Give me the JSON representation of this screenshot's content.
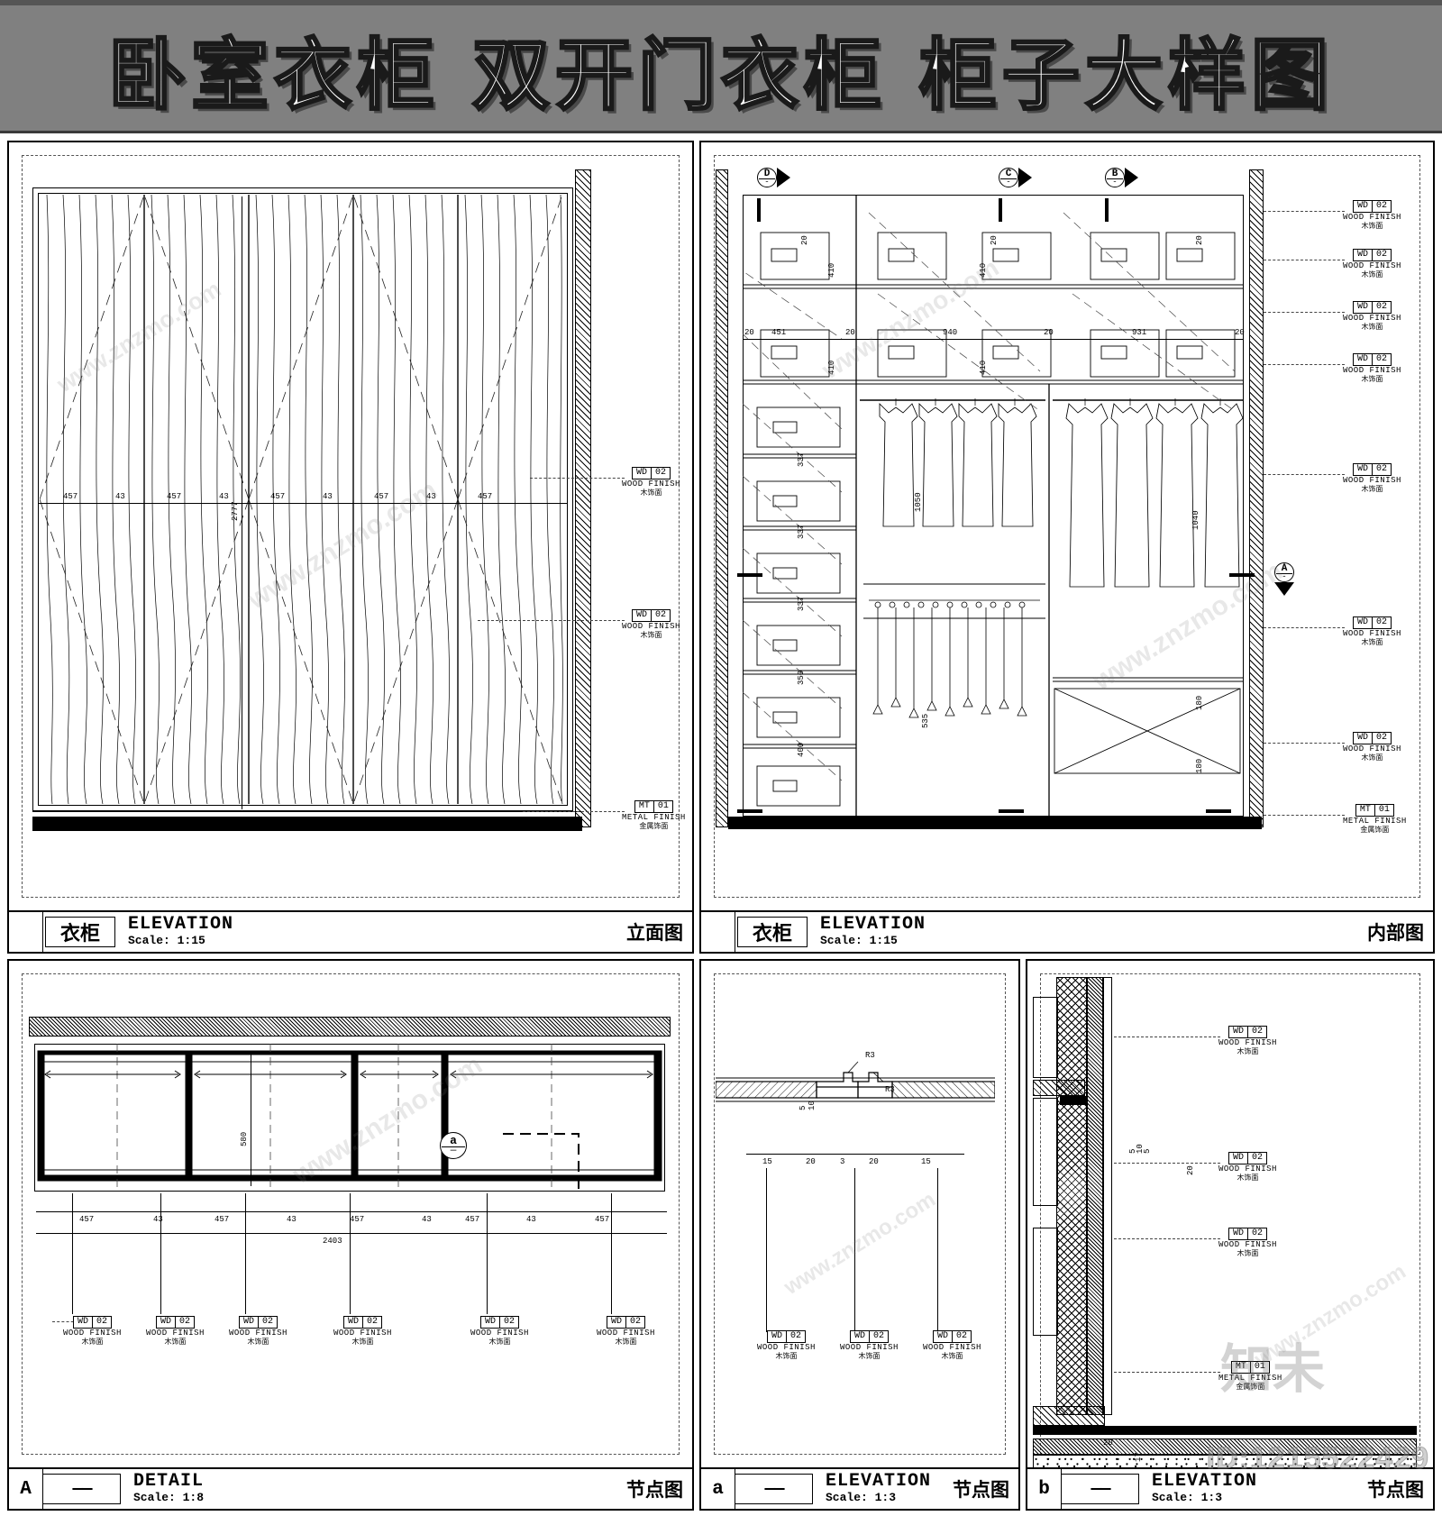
{
  "title": "卧室衣柜 双开门衣柜 柜子大样图",
  "watermark": {
    "id_text": "ID:1215522429",
    "logo_text": "知未",
    "site_text": "www.znzmo.com"
  },
  "panels": {
    "elevation_front": {
      "titleblock": {
        "tag": "",
        "name": "衣柜",
        "dash": "",
        "type_en": "ELEVATION",
        "scale": "Scale: 1:15",
        "type_cn": "立面图"
      },
      "overall_height": "2777",
      "door_widths": [
        "457",
        "457",
        "457",
        "457",
        "457"
      ],
      "gap_widths": [
        "43",
        "43",
        "43",
        "43"
      ],
      "material_tags": [
        {
          "code": "WD",
          "num": "02",
          "en": "WOOD FINISH",
          "cn": "木饰面"
        },
        {
          "code": "WD",
          "num": "02",
          "en": "WOOD FINISH",
          "cn": "木饰面"
        },
        {
          "code": "MT",
          "num": "01",
          "en": "METAL FINISH",
          "cn": "金属饰面"
        }
      ]
    },
    "elevation_internal": {
      "titleblock": {
        "tag": "",
        "name": "衣柜",
        "dash": "",
        "type_en": "ELEVATION",
        "scale": "Scale: 1:15",
        "type_cn": "内部图"
      },
      "section_marks": [
        {
          "label": "D",
          "sub": "-"
        },
        {
          "label": "C",
          "sub": "-"
        },
        {
          "label": "B",
          "sub": "-"
        },
        {
          "label": "A",
          "sub": "-"
        }
      ],
      "shelf_dims": [
        "410",
        "410",
        "410",
        "410"
      ],
      "drawer_dims": [
        "337",
        "337",
        "337",
        "350",
        "400"
      ],
      "hang_dims": [
        "1050",
        "1040",
        "535"
      ],
      "width_dims": [
        "451",
        "940",
        "931"
      ],
      "small_dims": [
        "20",
        "20",
        "20",
        "20",
        "20",
        "20",
        "20",
        "20",
        "180",
        "180"
      ],
      "material_tags": [
        {
          "code": "WD",
          "num": "02",
          "en": "WOOD FINISH",
          "cn": "木饰面"
        },
        {
          "code": "WD",
          "num": "02",
          "en": "WOOD FINISH",
          "cn": "木饰面"
        },
        {
          "code": "WD",
          "num": "02",
          "en": "WOOD FINISH",
          "cn": "木饰面"
        },
        {
          "code": "WD",
          "num": "02",
          "en": "WOOD FINISH",
          "cn": "木饰面"
        },
        {
          "code": "WD",
          "num": "02",
          "en": "WOOD FINISH",
          "cn": "木饰面"
        },
        {
          "code": "WD",
          "num": "02",
          "en": "WOOD FINISH",
          "cn": "木饰面"
        },
        {
          "code": "WD",
          "num": "02",
          "en": "WOOD FINISH",
          "cn": "木饰面"
        },
        {
          "code": "MT",
          "num": "01",
          "en": "METAL FINISH",
          "cn": "金属饰面"
        }
      ]
    },
    "detail_plan": {
      "titleblock": {
        "tag": "A",
        "name": "",
        "dash": "——",
        "type_en": "DETAIL",
        "scale": "Scale: 1:8",
        "type_cn": "节点图"
      },
      "depth_dim": "580",
      "total_dim": "2403",
      "module_dims": [
        "457",
        "457",
        "457",
        "457",
        "457"
      ],
      "gap_dims": [
        "43",
        "43",
        "43",
        "43"
      ],
      "detail_bubble": {
        "a": "a",
        "b": "—"
      },
      "material_tags": [
        {
          "code": "WD",
          "num": "02",
          "en": "WOOD FINISH",
          "cn": "木饰面"
        },
        {
          "code": "WD",
          "num": "02",
          "en": "WOOD FINISH",
          "cn": "木饰面"
        },
        {
          "code": "WD",
          "num": "02",
          "en": "WOOD FINISH",
          "cn": "木饰面"
        },
        {
          "code": "WD",
          "num": "02",
          "en": "WOOD FINISH",
          "cn": "木饰面"
        },
        {
          "code": "WD",
          "num": "02",
          "en": "WOOD FINISH",
          "cn": "木饰面"
        },
        {
          "code": "WD",
          "num": "02",
          "en": "WOOD FINISH",
          "cn": "木饰面"
        }
      ]
    },
    "detail_a": {
      "titleblock": {
        "tag": "a",
        "name": "",
        "dash": "——",
        "type_en": "ELEVATION",
        "scale": "Scale: 1:3",
        "type_cn": "节点图"
      },
      "dims": [
        "15",
        "20",
        "3",
        "20",
        "15"
      ],
      "small_dims": [
        "5",
        "10",
        "R3",
        "R3"
      ],
      "material_tags": [
        {
          "code": "WD",
          "num": "02",
          "en": "WOOD FINISH",
          "cn": "木饰面"
        },
        {
          "code": "WD",
          "num": "02",
          "en": "WOOD FINISH",
          "cn": "木饰面"
        },
        {
          "code": "WD",
          "num": "02",
          "en": "WOOD FINISH",
          "cn": "木饰面"
        }
      ]
    },
    "detail_b": {
      "titleblock": {
        "tag": "b",
        "name": "",
        "dash": "——",
        "type_en": "ELEVATION",
        "scale": "Scale: 1:3",
        "type_cn": "节点图"
      },
      "dims": [
        "5",
        "10",
        "5",
        "20",
        "20",
        "17"
      ],
      "material_tags": [
        {
          "code": "WD",
          "num": "02",
          "en": "WOOD FINISH",
          "cn": "木饰面"
        },
        {
          "code": "WD",
          "num": "02",
          "en": "WOOD FINISH",
          "cn": "木饰面"
        },
        {
          "code": "WD",
          "num": "02",
          "en": "WOOD FINISH",
          "cn": "木饰面"
        },
        {
          "code": "MT",
          "num": "01",
          "en": "METAL FINISH",
          "cn": "金属饰面"
        }
      ]
    }
  }
}
